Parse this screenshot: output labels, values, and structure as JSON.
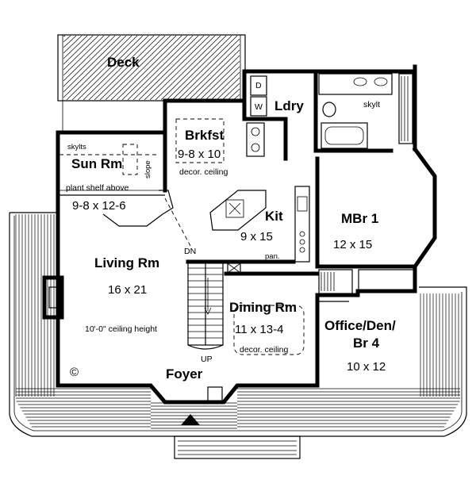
{
  "plan": {
    "deck": {
      "name": "Deck"
    },
    "sun_room": {
      "name": "Sun Rm",
      "size": "9-8 x 12-6",
      "skylights": "skylts",
      "slope": "slope",
      "plant_shelf": "plant shelf above"
    },
    "breakfast": {
      "name": "Brkfst",
      "size": "9-8 x 10",
      "ceiling": "decor. ceiling"
    },
    "laundry": {
      "name": "Ldry",
      "appliance_d": "D",
      "appliance_w": "W"
    },
    "skylight": {
      "label": "skylt"
    },
    "kitchen": {
      "name": "Kit",
      "size": "9 x 15",
      "pantry": "pan."
    },
    "master_bedroom": {
      "name": "MBr 1",
      "size": "12 x 15"
    },
    "living_room": {
      "name": "Living Rm",
      "size": "16 x 21",
      "ceiling": "10'-0\" ceiling height"
    },
    "dining_room": {
      "name": "Dining Rm",
      "size": "11 x 13-4",
      "ceiling": "decor. ceiling"
    },
    "office": {
      "name_line1": "Office/Den/",
      "name_line2": "Br 4",
      "size": "10 x 12"
    },
    "foyer": {
      "name": "Foyer"
    },
    "stairs": {
      "down": "DN",
      "up": "UP"
    },
    "copyright": "©"
  }
}
